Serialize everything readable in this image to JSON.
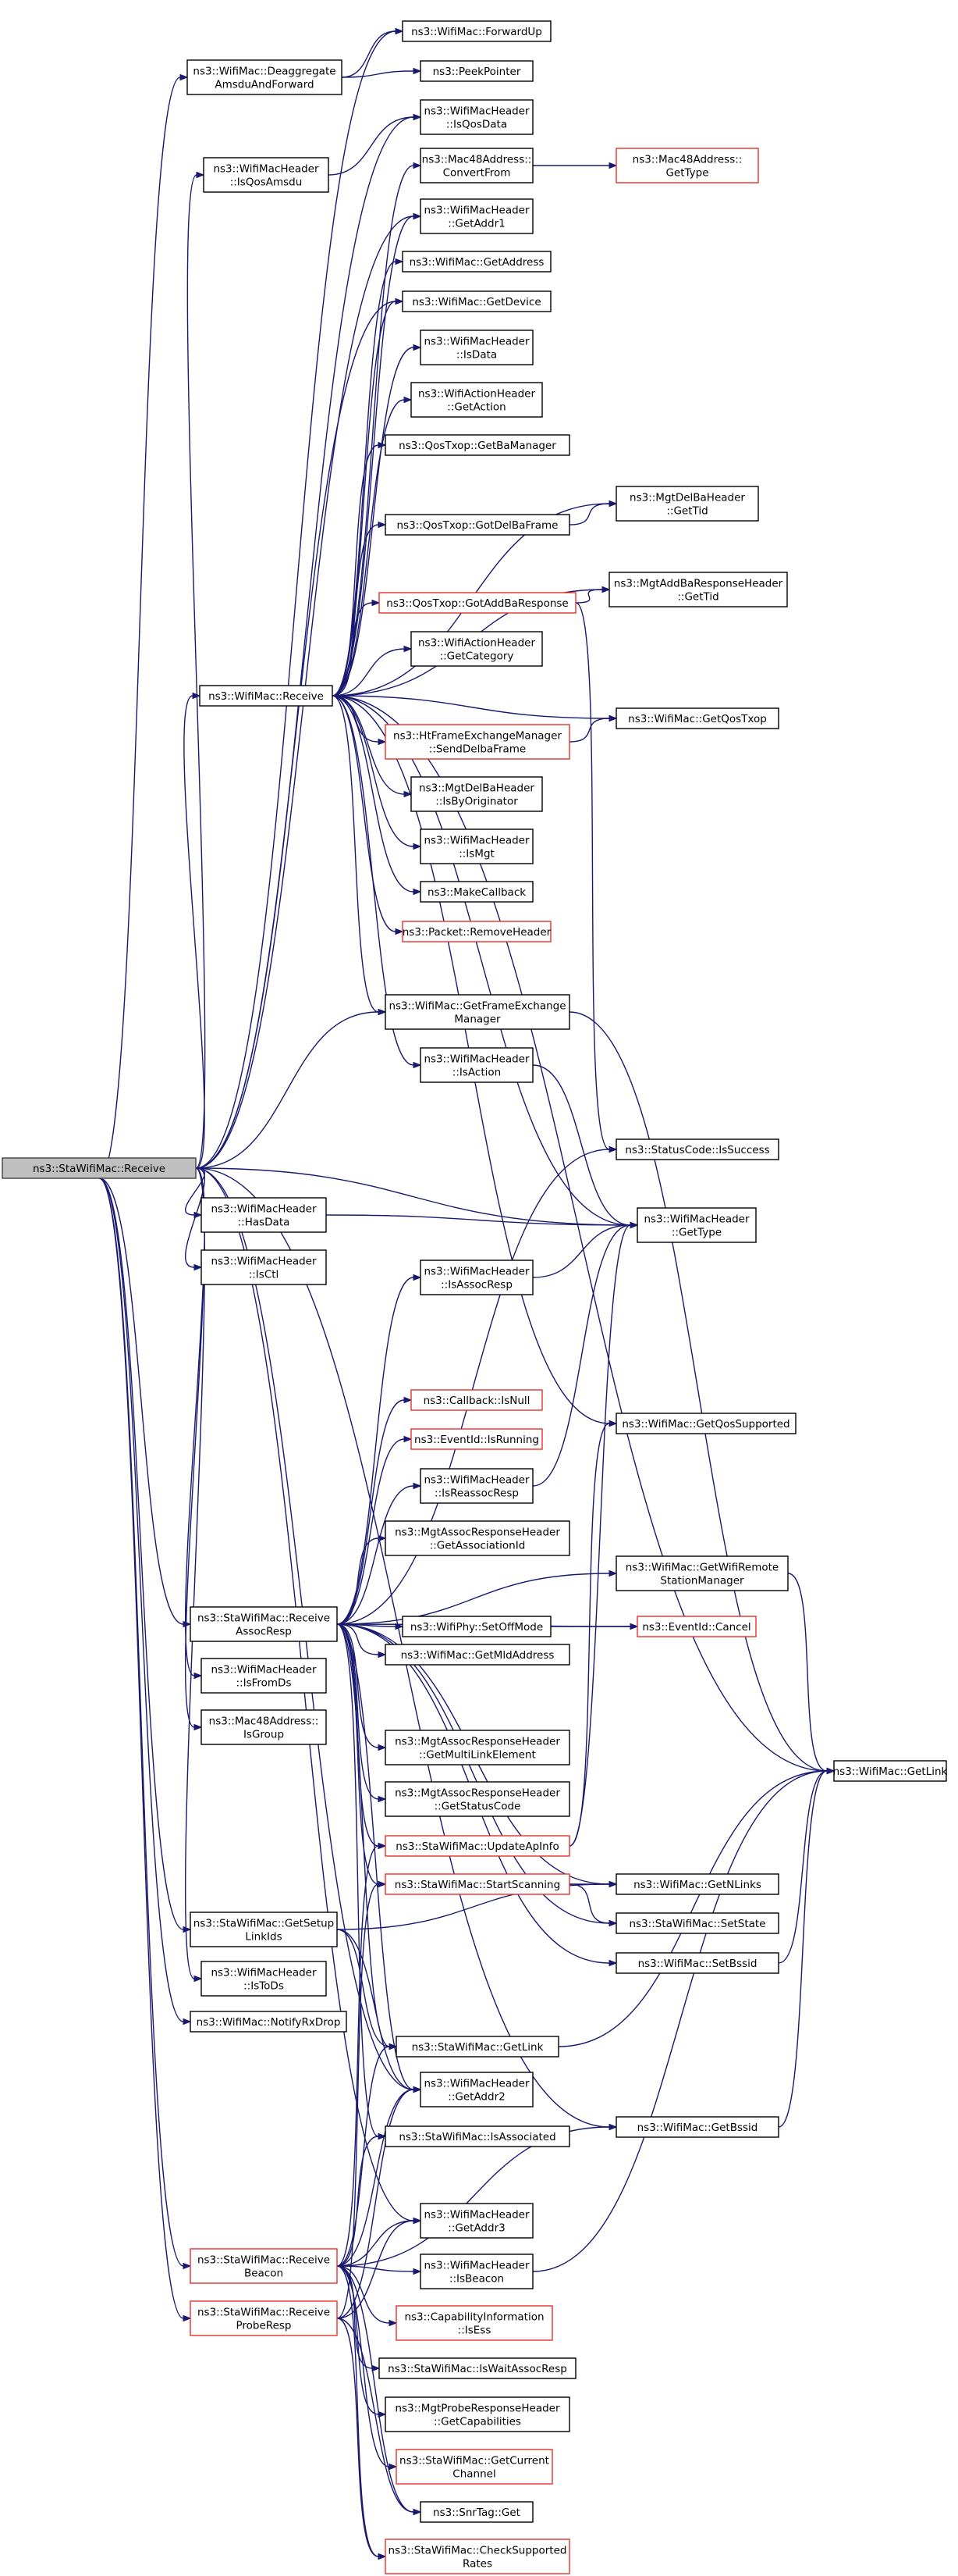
{
  "graph": {
    "colors": {
      "edge": "#191970",
      "root_fill": "#bfbfbf",
      "normal_border": "#000000",
      "red_border": "#e8312a"
    },
    "nodes": [
      {
        "id": "root",
        "lines": [
          "ns3::StaWifiMac::Receive"
        ],
        "style": "root"
      },
      {
        "id": "forwardup",
        "lines": [
          "ns3::WifiMac::ForwardUp"
        ],
        "style": "black"
      },
      {
        "id": "deagg",
        "lines": [
          "ns3::WifiMac::Deaggregate",
          "AmsduAndForward"
        ],
        "style": "black"
      },
      {
        "id": "peek",
        "lines": [
          "ns3::PeekPointer"
        ],
        "style": "black"
      },
      {
        "id": "isqosdata",
        "lines": [
          "ns3::WifiMacHeader",
          "::IsQosData"
        ],
        "style": "black"
      },
      {
        "id": "isqosamsdu",
        "lines": [
          "ns3::WifiMacHeader",
          "::IsQosAmsdu"
        ],
        "style": "black"
      },
      {
        "id": "convertfrom",
        "lines": [
          "ns3::Mac48Address::",
          "ConvertFrom"
        ],
        "style": "black"
      },
      {
        "id": "mac48gettype",
        "lines": [
          "ns3::Mac48Address::",
          "GetType"
        ],
        "style": "red"
      },
      {
        "id": "getaddr1",
        "lines": [
          "ns3::WifiMacHeader",
          "::GetAddr1"
        ],
        "style": "black"
      },
      {
        "id": "getaddress",
        "lines": [
          "ns3::WifiMac::GetAddress"
        ],
        "style": "black"
      },
      {
        "id": "getdevice",
        "lines": [
          "ns3::WifiMac::GetDevice"
        ],
        "style": "black"
      },
      {
        "id": "isdata",
        "lines": [
          "ns3::WifiMacHeader",
          "::IsData"
        ],
        "style": "black"
      },
      {
        "id": "getaction",
        "lines": [
          "ns3::WifiActionHeader",
          "::GetAction"
        ],
        "style": "black"
      },
      {
        "id": "getbamanager",
        "lines": [
          "ns3::QosTxop::GetBaManager"
        ],
        "style": "black"
      },
      {
        "id": "mgtdelbagettid",
        "lines": [
          "ns3::MgtDelBaHeader",
          "::GetTid"
        ],
        "style": "black"
      },
      {
        "id": "gotdelba",
        "lines": [
          "ns3::QosTxop::GotDelBaFrame"
        ],
        "style": "black"
      },
      {
        "id": "addbarespgettid",
        "lines": [
          "ns3::MgtAddBaResponseHeader",
          "::GetTid"
        ],
        "style": "black"
      },
      {
        "id": "gotaddba",
        "lines": [
          "ns3::QosTxop::GotAddBaResponse"
        ],
        "style": "red"
      },
      {
        "id": "wifimacreceive",
        "lines": [
          "ns3::WifiMac::Receive"
        ],
        "style": "black"
      },
      {
        "id": "getcategory",
        "lines": [
          "ns3::WifiActionHeader",
          "::GetCategory"
        ],
        "style": "black"
      },
      {
        "id": "senddelba",
        "lines": [
          "ns3::HtFrameExchangeManager",
          "::SendDelbaFrame"
        ],
        "style": "red"
      },
      {
        "id": "getqostxop",
        "lines": [
          "ns3::WifiMac::GetQosTxop"
        ],
        "style": "black"
      },
      {
        "id": "isbyoriginator",
        "lines": [
          "ns3::MgtDelBaHeader",
          "::IsByOriginator"
        ],
        "style": "black"
      },
      {
        "id": "ismgt",
        "lines": [
          "ns3::WifiMacHeader",
          "::IsMgt"
        ],
        "style": "black"
      },
      {
        "id": "makecallback",
        "lines": [
          "ns3::MakeCallback"
        ],
        "style": "black"
      },
      {
        "id": "removeheader",
        "lines": [
          "ns3::Packet::RemoveHeader"
        ],
        "style": "red"
      },
      {
        "id": "getfem",
        "lines": [
          "ns3::WifiMac::GetFrameExchange",
          "Manager"
        ],
        "style": "black"
      },
      {
        "id": "isaction",
        "lines": [
          "ns3::WifiMacHeader",
          "::IsAction"
        ],
        "style": "black"
      },
      {
        "id": "issuccess",
        "lines": [
          "ns3::StatusCode::IsSuccess"
        ],
        "style": "black"
      },
      {
        "id": "hasdata",
        "lines": [
          "ns3::WifiMacHeader",
          "::HasData"
        ],
        "style": "black"
      },
      {
        "id": "hdrgettype",
        "lines": [
          "ns3::WifiMacHeader",
          "::GetType"
        ],
        "style": "black"
      },
      {
        "id": "isctl",
        "lines": [
          "ns3::WifiMacHeader",
          "::IsCtl"
        ],
        "style": "black"
      },
      {
        "id": "isassocresp",
        "lines": [
          "ns3::WifiMacHeader",
          "::IsAssocResp"
        ],
        "style": "black"
      },
      {
        "id": "cbisnull",
        "lines": [
          "ns3::Callback::IsNull"
        ],
        "style": "red"
      },
      {
        "id": "eventisrunning",
        "lines": [
          "ns3::EventId::IsRunning"
        ],
        "style": "red"
      },
      {
        "id": "getqossupported",
        "lines": [
          "ns3::WifiMac::GetQosSupported"
        ],
        "style": "black"
      },
      {
        "id": "isreassocresp",
        "lines": [
          "ns3::WifiMacHeader",
          "::IsReassocResp"
        ],
        "style": "black"
      },
      {
        "id": "getassocid",
        "lines": [
          "ns3::MgtAssocResponseHeader",
          "::GetAssociationId"
        ],
        "style": "black"
      },
      {
        "id": "getremotestation",
        "lines": [
          "ns3::WifiMac::GetWifiRemote",
          "StationManager"
        ],
        "style": "black"
      },
      {
        "id": "receiveassocresp",
        "lines": [
          "ns3::StaWifiMac::Receive",
          "AssocResp"
        ],
        "style": "black"
      },
      {
        "id": "setoffmode",
        "lines": [
          "ns3::WifiPhy::SetOffMode"
        ],
        "style": "black"
      },
      {
        "id": "eventcancel",
        "lines": [
          "ns3::EventId::Cancel"
        ],
        "style": "red"
      },
      {
        "id": "isfromds",
        "lines": [
          "ns3::WifiMacHeader",
          "::IsFromDs"
        ],
        "style": "black"
      },
      {
        "id": "getmldaddress",
        "lines": [
          "ns3::WifiMac::GetMldAddress"
        ],
        "style": "black"
      },
      {
        "id": "isgroup",
        "lines": [
          "ns3::Mac48Address::",
          "IsGroup"
        ],
        "style": "black"
      },
      {
        "id": "getmultilink",
        "lines": [
          "ns3::MgtAssocResponseHeader",
          "::GetMultiLinkElement"
        ],
        "style": "black"
      },
      {
        "id": "wifimacgetlink",
        "lines": [
          "ns3::WifiMac::GetLink"
        ],
        "style": "black"
      },
      {
        "id": "getstatuscode",
        "lines": [
          "ns3::MgtAssocResponseHeader",
          "::GetStatusCode"
        ],
        "style": "black"
      },
      {
        "id": "updateapinfo",
        "lines": [
          "ns3::StaWifiMac::UpdateApInfo"
        ],
        "style": "red"
      },
      {
        "id": "getsetuplinkids",
        "lines": [
          "ns3::StaWifiMac::GetSetup",
          "LinkIds"
        ],
        "style": "black"
      },
      {
        "id": "startscanning",
        "lines": [
          "ns3::StaWifiMac::StartScanning"
        ],
        "style": "red"
      },
      {
        "id": "getnlinks",
        "lines": [
          "ns3::WifiMac::GetNLinks"
        ],
        "style": "black"
      },
      {
        "id": "setstate",
        "lines": [
          "ns3::StaWifiMac::SetState"
        ],
        "style": "black"
      },
      {
        "id": "istods",
        "lines": [
          "ns3::WifiMacHeader",
          "::IsToDs"
        ],
        "style": "black"
      },
      {
        "id": "setbssid",
        "lines": [
          "ns3::WifiMac::SetBssid"
        ],
        "style": "black"
      },
      {
        "id": "notifyrxdrop",
        "lines": [
          "ns3::WifiMac::NotifyRxDrop"
        ],
        "style": "black"
      },
      {
        "id": "stagetlink",
        "lines": [
          "ns3::StaWifiMac::GetLink"
        ],
        "style": "black"
      },
      {
        "id": "getaddr2",
        "lines": [
          "ns3::WifiMacHeader",
          "::GetAddr2"
        ],
        "style": "black"
      },
      {
        "id": "getbssid",
        "lines": [
          "ns3::WifiMac::GetBssid"
        ],
        "style": "black"
      },
      {
        "id": "isassociated",
        "lines": [
          "ns3::StaWifiMac::IsAssociated"
        ],
        "style": "black"
      },
      {
        "id": "getaddr3",
        "lines": [
          "ns3::WifiMacHeader",
          "::GetAddr3"
        ],
        "style": "black"
      },
      {
        "id": "receivebeacon",
        "lines": [
          "ns3::StaWifiMac::Receive",
          "Beacon"
        ],
        "style": "red"
      },
      {
        "id": "isbeacon",
        "lines": [
          "ns3::WifiMacHeader",
          "::IsBeacon"
        ],
        "style": "black"
      },
      {
        "id": "receiveproberesp",
        "lines": [
          "ns3::StaWifiMac::Receive",
          "ProbeResp"
        ],
        "style": "red"
      },
      {
        "id": "capisess",
        "lines": [
          "ns3::CapabilityInformation",
          "::IsEss"
        ],
        "style": "red"
      },
      {
        "id": "iswaitassoc",
        "lines": [
          "ns3::StaWifiMac::IsWaitAssocResp"
        ],
        "style": "black"
      },
      {
        "id": "probegetcap",
        "lines": [
          "ns3::MgtProbeResponseHeader",
          "::GetCapabilities"
        ],
        "style": "black"
      },
      {
        "id": "getcurrentchannel",
        "lines": [
          "ns3::StaWifiMac::GetCurrent",
          "Channel"
        ],
        "style": "red"
      },
      {
        "id": "snrtagget",
        "lines": [
          "ns3::SnrTag::Get"
        ],
        "style": "black"
      },
      {
        "id": "checkrates",
        "lines": [
          "ns3::StaWifiMac::CheckSupported",
          "Rates"
        ],
        "style": "red"
      }
    ]
  }
}
